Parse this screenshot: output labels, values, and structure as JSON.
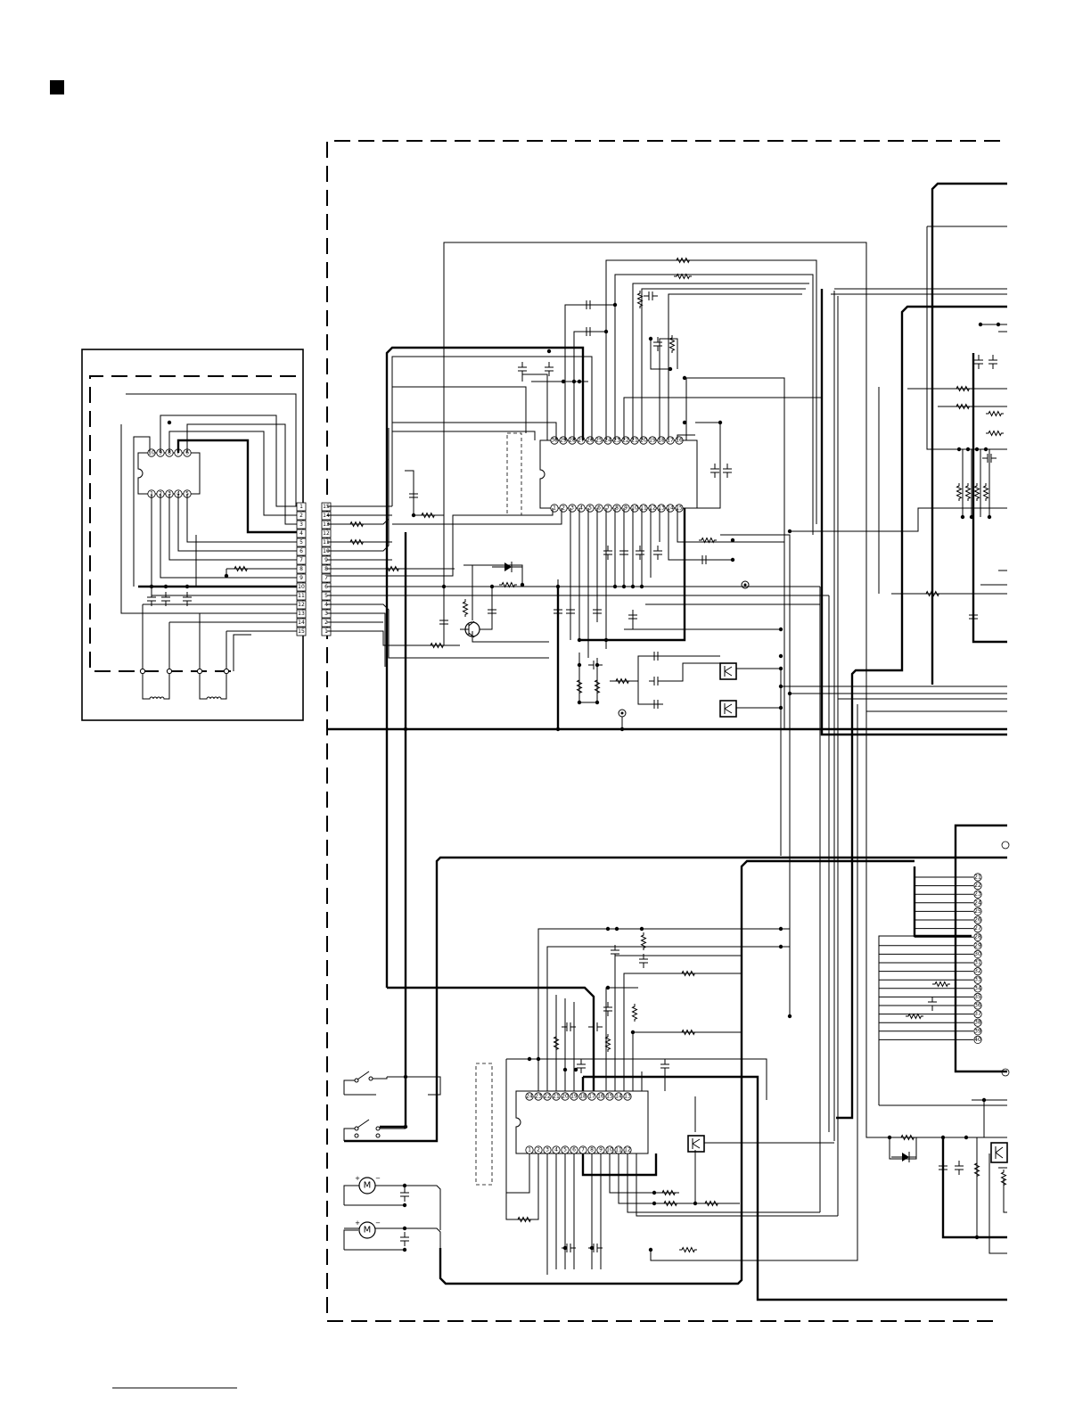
{
  "connector_left_pins": [
    "1",
    "2",
    "3",
    "4",
    "5",
    "6",
    "7",
    "8",
    "9",
    "10",
    "11",
    "12",
    "13",
    "14",
    "15"
  ],
  "connector_right_pins": [
    "15",
    "14",
    "13",
    "12",
    "11",
    "10",
    "9",
    "8",
    "7",
    "6",
    "5",
    "4",
    "3",
    "2",
    "1"
  ],
  "ic_small": {
    "top_pins": [
      "10",
      "9",
      "8",
      "7",
      "6"
    ],
    "bottom_pins": [
      "1",
      "2",
      "3",
      "4",
      "5"
    ]
  },
  "ic_upper": {
    "top_pins": [
      "30",
      "29",
      "28",
      "27",
      "26",
      "25",
      "24",
      "23",
      "22",
      "21",
      "20",
      "19",
      "18",
      "17",
      "16"
    ],
    "bottom_pins": [
      "1",
      "2",
      "3",
      "4",
      "5",
      "6",
      "7",
      "8",
      "9",
      "10",
      "11",
      "12",
      "13",
      "14",
      "15"
    ]
  },
  "ic_lower": {
    "top_pins": [
      "24",
      "23",
      "22",
      "21",
      "20",
      "19",
      "18",
      "17",
      "16",
      "15",
      "14",
      "13"
    ],
    "bottom_pins": [
      "1",
      "2",
      "3",
      "4",
      "5",
      "6",
      "7",
      "8",
      "9",
      "10",
      "11",
      "12"
    ]
  },
  "ic_right_column_pins": [
    "21",
    "22",
    "23",
    "24",
    "25",
    "26",
    "27",
    "28",
    "29",
    "30",
    "31",
    "32",
    "33",
    "34",
    "35",
    "36",
    "37",
    "38",
    "39",
    "40"
  ],
  "motor_symbol": "M",
  "polarity_plus": "+",
  "polarity_minus": "−",
  "colors": {
    "ink": "#000000",
    "paper": "#ffffff"
  },
  "icons": [
    "section-marker-square",
    "resistor",
    "capacitor",
    "diode",
    "transistor",
    "motor",
    "switch",
    "coil",
    "test-point"
  ]
}
